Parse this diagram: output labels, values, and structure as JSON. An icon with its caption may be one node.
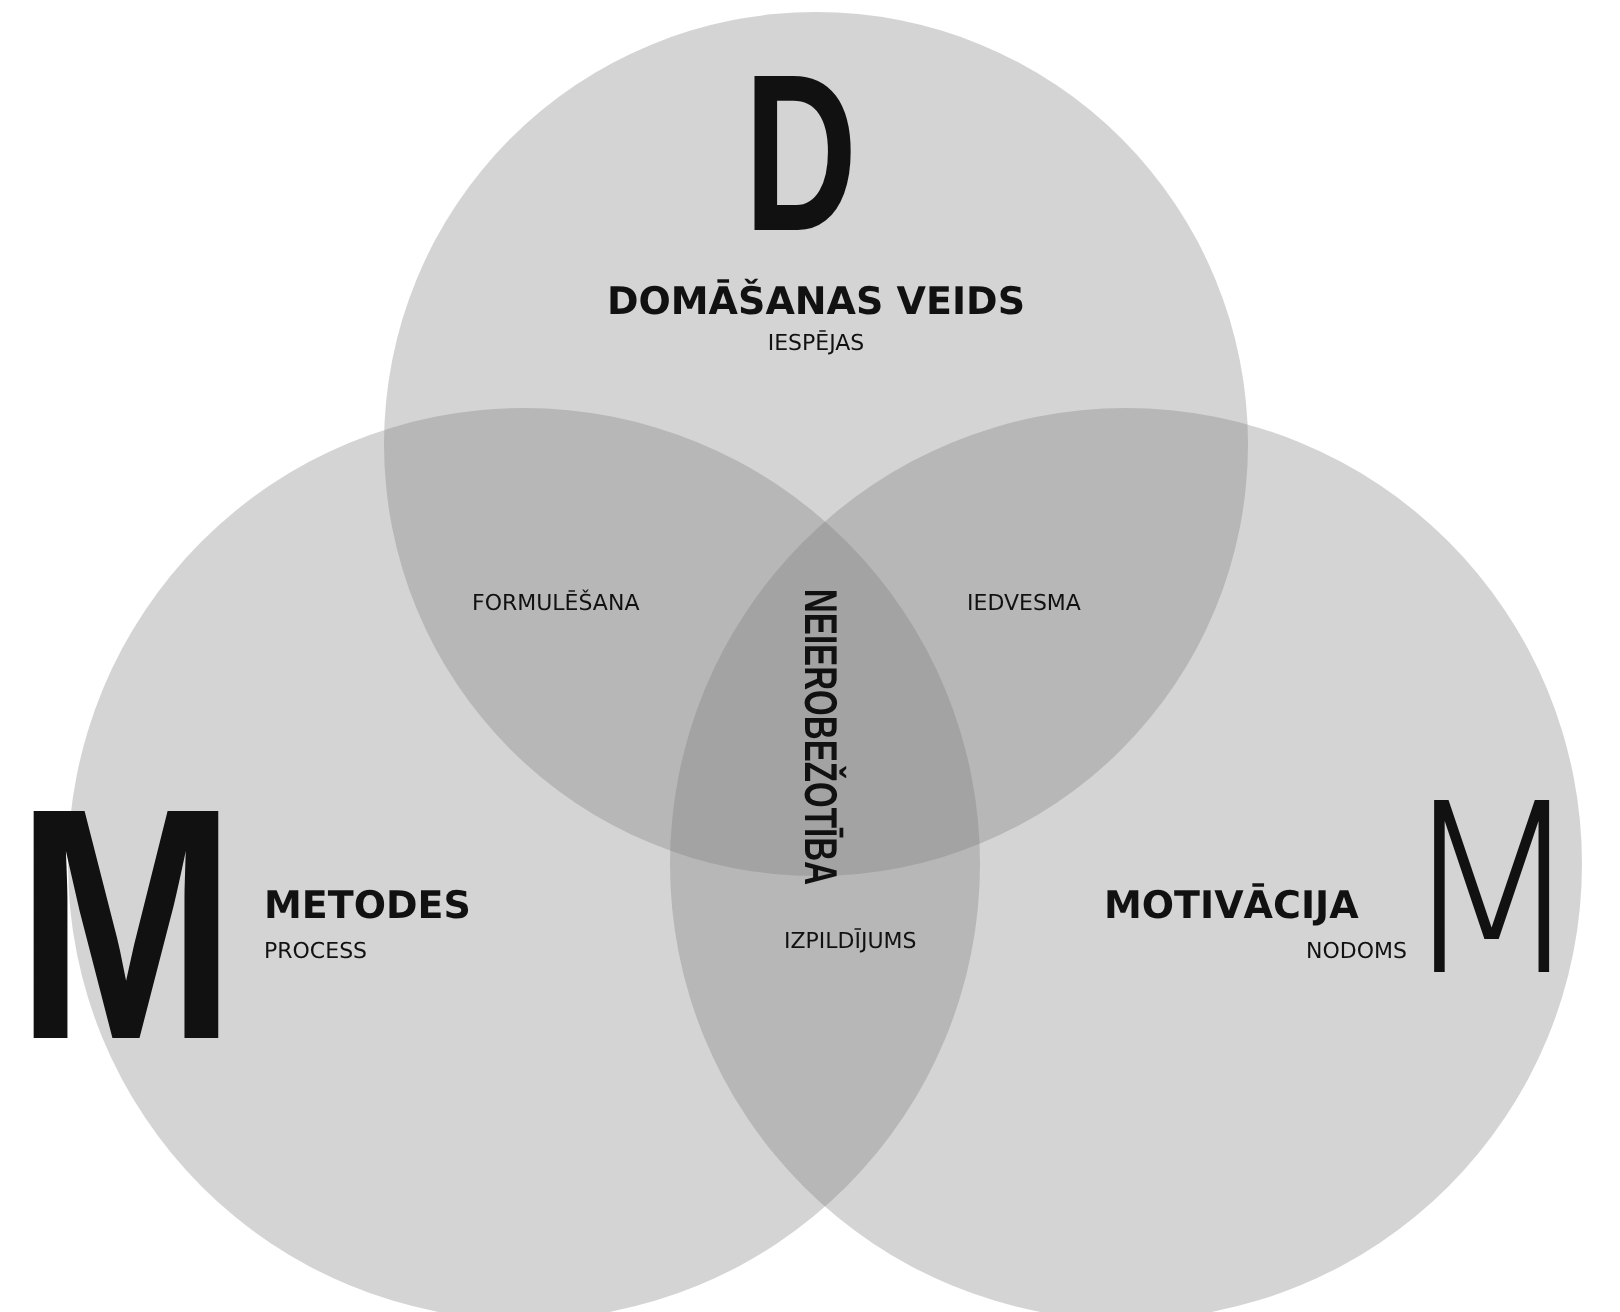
{
  "diagram": {
    "nodes": [
      {
        "text": [
          "D",
          "DOMĀŠANAS VEIDS",
          "IESPĒJAS"
        ]
      },
      {
        "text": [
          "M",
          "METODES",
          "PROCESS"
        ]
      },
      {
        "text": [
          "MOTIVĀCIJA",
          "NODOMS",
          "M"
        ]
      }
    ],
    "labels": [
      "FORMULĒŠANA",
      "IEDVESMA",
      "NEIEROBEŽOTĪBA",
      "IZPILDĪJUMS"
    ]
  }
}
